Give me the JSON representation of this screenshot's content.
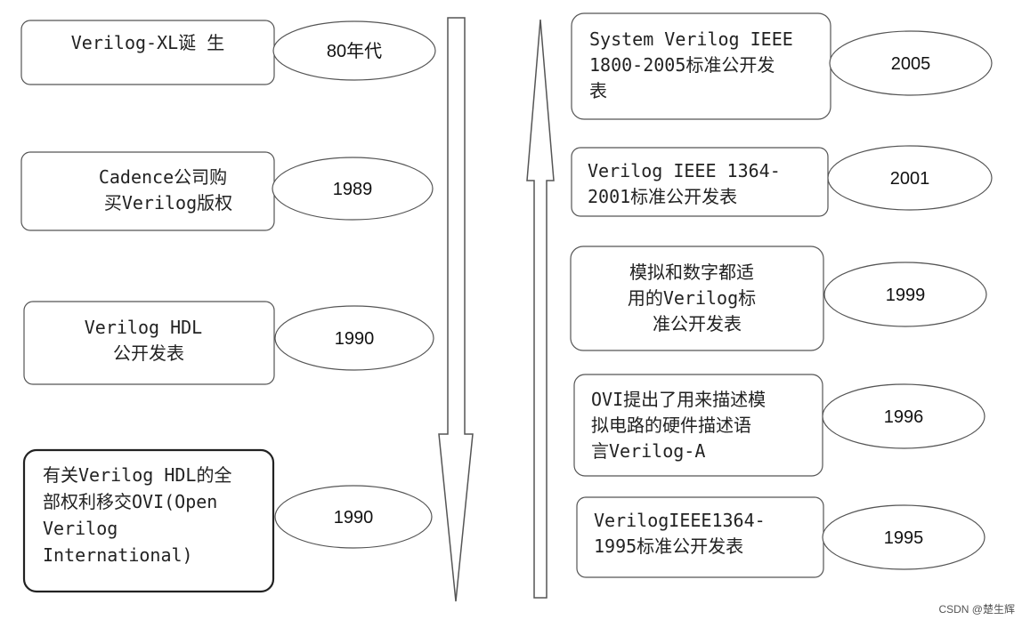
{
  "left_column": [
    {
      "lines": [
        "Verilog-XL诞 生"
      ],
      "year": "80年代"
    },
    {
      "lines": [
        "Cadence公司购",
        "买Verilog版权"
      ],
      "year": "1989"
    },
    {
      "lines": [
        "Verilog HDL",
        "公开发表"
      ],
      "year": "1990"
    },
    {
      "lines": [
        "有关Verilog HDL的全",
        "部权利移交OVI(Open",
        "Verilog",
        "International)"
      ],
      "year": "1990"
    }
  ],
  "right_column": [
    {
      "lines": [
        "System Verilog IEEE",
        "1800-2005标准公开发",
        "表"
      ],
      "year": "2005"
    },
    {
      "lines": [
        "Verilog IEEE 1364-",
        "2001标准公开发表"
      ],
      "year": "2001"
    },
    {
      "lines": [
        "模拟和数字都适",
        "用的Verilog标",
        "准公开发表"
      ],
      "year": "1999"
    },
    {
      "lines": [
        "OVI提出了用来描述模",
        "拟电路的硬件描述语",
        "言Verilog-A"
      ],
      "year": "1996"
    },
    {
      "lines": [
        "VerilogIEEE1364-",
        "1995标准公开发表"
      ],
      "year": "1995"
    }
  ],
  "watermark": "CSDN @楚生辉"
}
